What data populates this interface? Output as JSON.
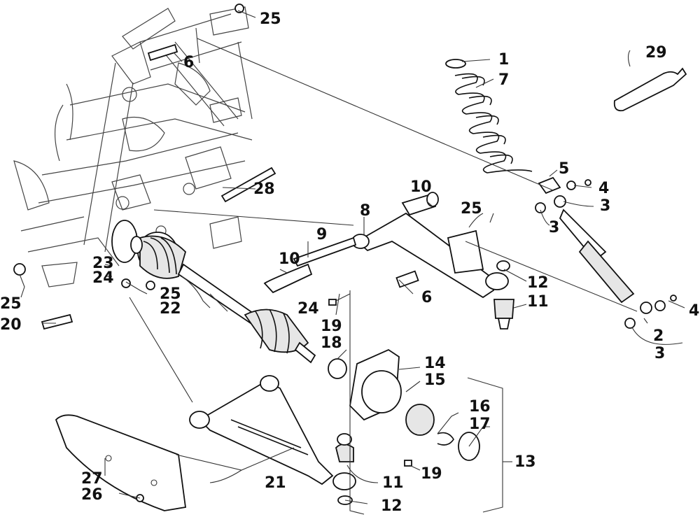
{
  "diagram": {
    "callouts": [
      {
        "id": "c1",
        "label": "1"
      },
      {
        "id": "c2",
        "label": "2"
      },
      {
        "id": "c3a",
        "label": "3"
      },
      {
        "id": "c3b",
        "label": "3"
      },
      {
        "id": "c3c",
        "label": "3"
      },
      {
        "id": "c4a",
        "label": "4"
      },
      {
        "id": "c4b",
        "label": "4"
      },
      {
        "id": "c5",
        "label": "5"
      },
      {
        "id": "c6a",
        "label": "6"
      },
      {
        "id": "c6b",
        "label": "6"
      },
      {
        "id": "c7",
        "label": "7"
      },
      {
        "id": "c8",
        "label": "8"
      },
      {
        "id": "c9",
        "label": "9"
      },
      {
        "id": "c10a",
        "label": "10"
      },
      {
        "id": "c10b",
        "label": "10"
      },
      {
        "id": "c11a",
        "label": "11"
      },
      {
        "id": "c11b",
        "label": "11"
      },
      {
        "id": "c12a",
        "label": "12"
      },
      {
        "id": "c12b",
        "label": "12"
      },
      {
        "id": "c13",
        "label": "13"
      },
      {
        "id": "c14",
        "label": "14"
      },
      {
        "id": "c15",
        "label": "15"
      },
      {
        "id": "c16",
        "label": "16"
      },
      {
        "id": "c17",
        "label": "17"
      },
      {
        "id": "c18",
        "label": "18"
      },
      {
        "id": "c19a",
        "label": "19"
      },
      {
        "id": "c19b",
        "label": "19"
      },
      {
        "id": "c20",
        "label": "20"
      },
      {
        "id": "c21",
        "label": "21"
      },
      {
        "id": "c22",
        "label": "22"
      },
      {
        "id": "c23",
        "label": "23"
      },
      {
        "id": "c24a",
        "label": "24"
      },
      {
        "id": "c24b",
        "label": "24"
      },
      {
        "id": "c25a",
        "label": "25"
      },
      {
        "id": "c25b",
        "label": "25"
      },
      {
        "id": "c25c",
        "label": "25"
      },
      {
        "id": "c25d",
        "label": "25"
      },
      {
        "id": "c26",
        "label": "26"
      },
      {
        "id": "c27",
        "label": "27"
      },
      {
        "id": "c28",
        "label": "28"
      },
      {
        "id": "c29",
        "label": "29"
      }
    ]
  }
}
